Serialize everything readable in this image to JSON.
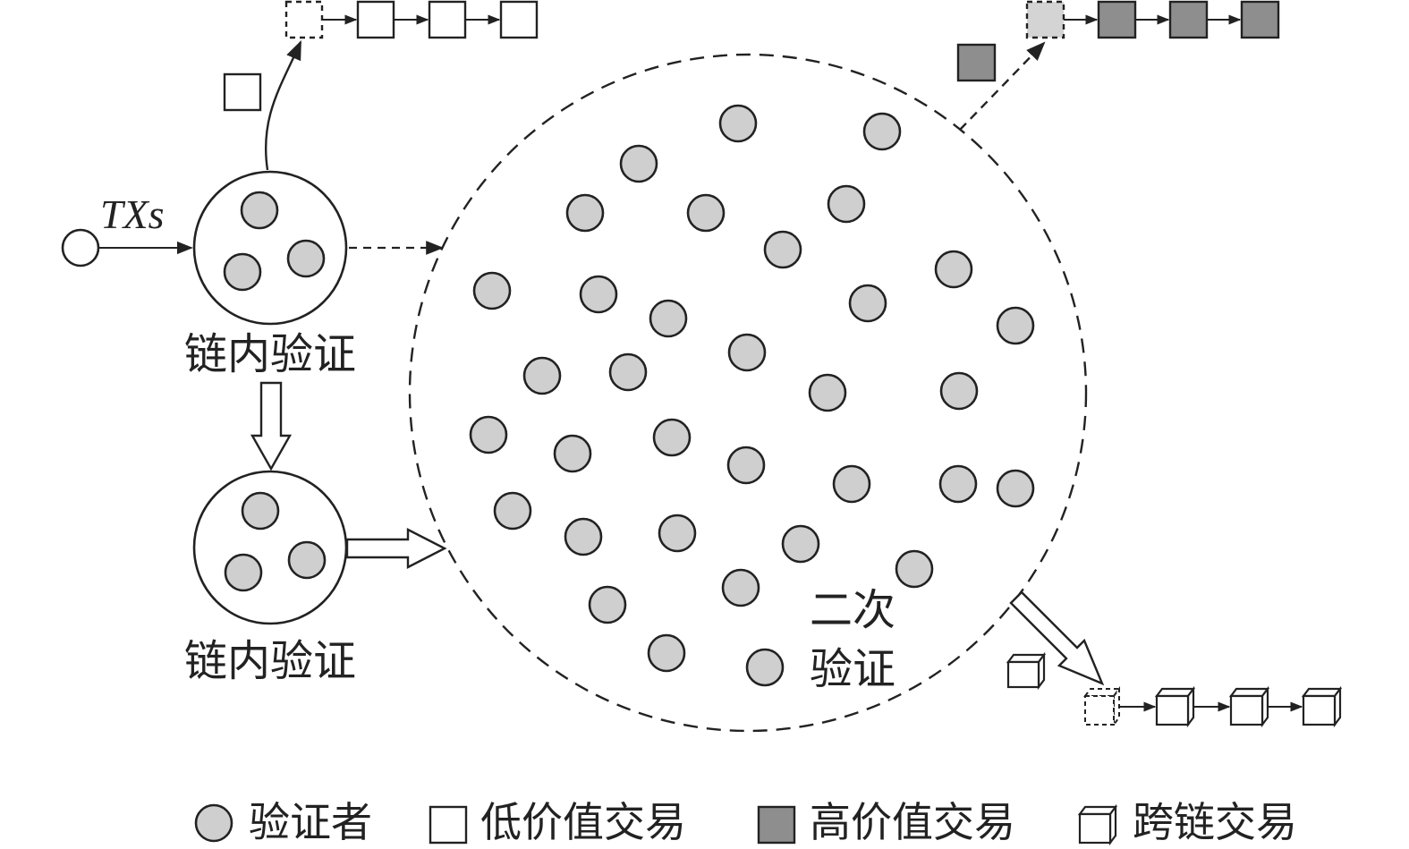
{
  "labels": {
    "txs": "TXs",
    "in_chain_top": "链内验证",
    "in_chain_bottom": "链内验证",
    "second_line1": "二次",
    "second_line2": "验证"
  },
  "legend": {
    "validator": "验证者",
    "low_value": "低价值交易",
    "high_value": "高价值交易",
    "cross_chain": "跨链交易"
  },
  "colors": {
    "validator_fill": "#cfcfcf",
    "high_value_fill": "#8e8e8e",
    "high_value_pending_fill": "#d4d4d4",
    "low_value_fill": "#ffffff",
    "stroke": "#222222"
  }
}
